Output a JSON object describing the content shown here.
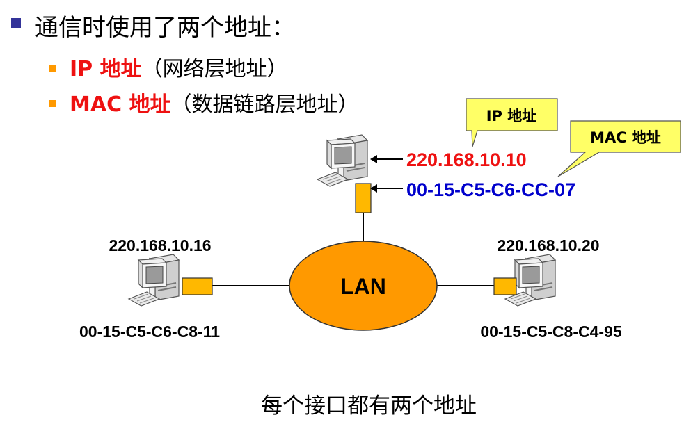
{
  "heading": "通信时使用了两个地址：",
  "bullets": [
    {
      "term": "IP 地址",
      "desc": "（网络层地址）"
    },
    {
      "term": "MAC 地址",
      "desc": "（数据链路层地址）"
    }
  ],
  "callouts": {
    "ip": "IP 地址",
    "mac": "MAC 地址"
  },
  "lan_label": "LAN",
  "hosts": {
    "top": {
      "ip": "220.168.10.10",
      "mac": "00-15-C5-C6-CC-07"
    },
    "left": {
      "ip": "220.168.10.16",
      "mac": "00-15-C5-C6-C8-11"
    },
    "right": {
      "ip": "220.168.10.20",
      "mac": "00-15-C5-C8-C4-95"
    }
  },
  "caption": "每个接口都有两个地址",
  "colors": {
    "bullet_main": "#333399",
    "bullet_sub": "#FF9900",
    "term_red": "#EE1111",
    "ip_red": "#EE1111",
    "mac_blue": "#0000CC",
    "lan_fill": "#FF9900",
    "nic_fill": "#FFB800",
    "callout_fill": "#FFFF66"
  }
}
